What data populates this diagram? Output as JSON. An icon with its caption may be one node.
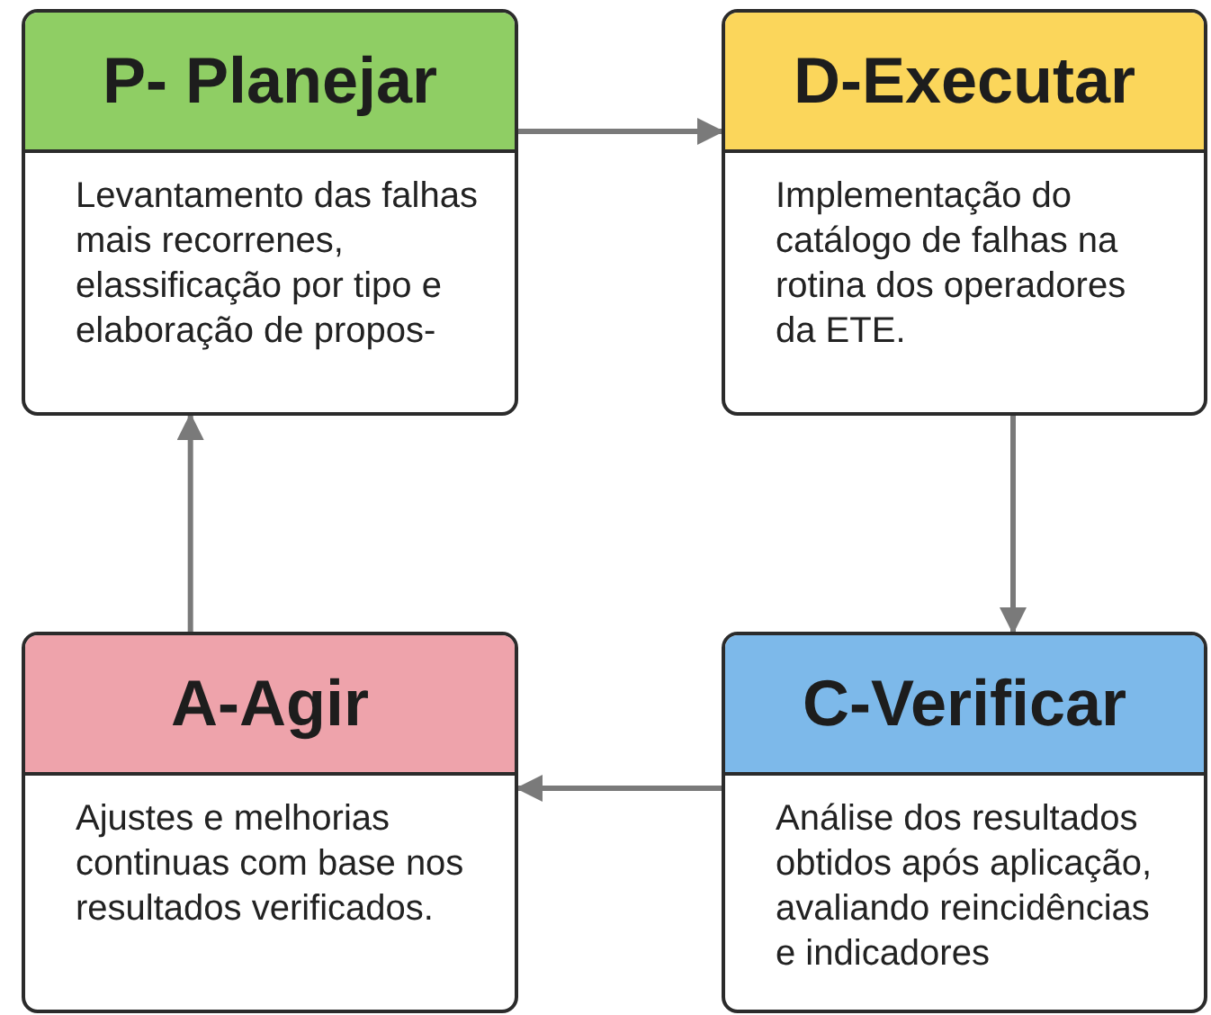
{
  "diagram": {
    "nodes": [
      {
        "text": [
          "P- Planejar",
          "Levantamento das falhas mais recorrenes, elassificação por tipo e elaboração de propos-"
        ]
      },
      {
        "text": [
          "D-Executar",
          "Implementação do catálogo de falhas na rotina dos operadores da ETE."
        ]
      },
      {
        "text": [
          "C-Verificar",
          "Análise dos resultados obtidos após aplicação, avaliando reincidências e indicadores"
        ]
      },
      {
        "text": [
          "A-Agir",
          "Ajustes e melhorias continuas com base nos resultados verificados."
        ]
      }
    ],
    "edges": [
      {
        "from": 0,
        "to": 1,
        "arrow": "to"
      },
      {
        "from": 1,
        "to": 2,
        "arrow": "to"
      },
      {
        "from": 2,
        "to": 3,
        "arrow": "to"
      },
      {
        "from": 3,
        "to": 0,
        "arrow": "to"
      }
    ]
  }
}
